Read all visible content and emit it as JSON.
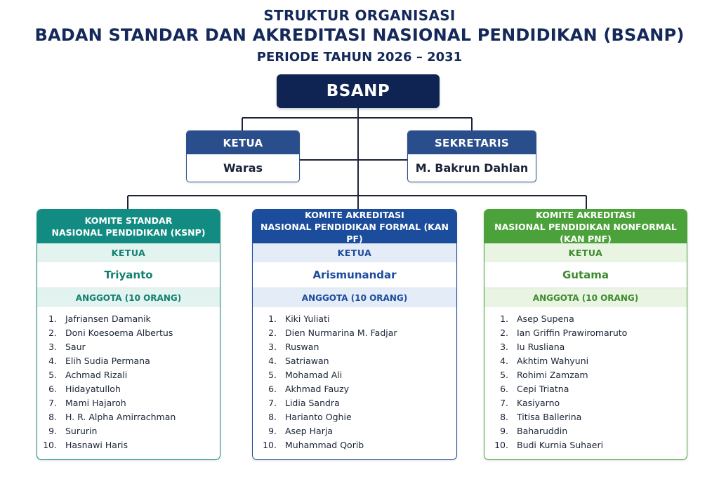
{
  "title": {
    "line1": "STRUKTUR ORGANISASI",
    "line2": "BADAN STANDAR DAN AKREDITASI NASIONAL PENDIDIKAN (BSANP)",
    "line3": "PERIODE TAHUN 2026 – 2031"
  },
  "root": {
    "label": "BSANP"
  },
  "leaders": [
    {
      "role": "KETUA",
      "name": "Waras"
    },
    {
      "role": "SEKRETARIS",
      "name": "M. Bakrun Dahlan"
    }
  ],
  "committees": [
    {
      "title_line1": "KOMITE STANDAR",
      "title_line2": "NASIONAL PENDIDIKAN (KSNP)",
      "ketua_label": "KETUA",
      "ketua_name": "Triyanto",
      "anggota_label": "ANGGOTA (10 ORANG)",
      "color": "#128c82",
      "members": [
        {
          "no": "1.",
          "name": "Jafriansen Damanik"
        },
        {
          "no": "2.",
          "name": "Doni Koesoema Albertus"
        },
        {
          "no": "3.",
          "name": "Saur"
        },
        {
          "no": "4.",
          "name": "Elih Sudia Permana"
        },
        {
          "no": "5.",
          "name": "Achmad Rizali"
        },
        {
          "no": "6.",
          "name": "Hidayatulloh"
        },
        {
          "no": "7.",
          "name": "Mami Hajaroh"
        },
        {
          "no": "8.",
          "name": "H. R. Alpha Amirrachman"
        },
        {
          "no": "9.",
          "name": "Sururin"
        },
        {
          "no": "10.",
          "name": "Hasnawi Haris"
        }
      ]
    },
    {
      "title_line1": "KOMITE AKREDITASI",
      "title_line2": "NASIONAL PENDIDIKAN FORMAL (KAN PF)",
      "ketua_label": "KETUA",
      "ketua_name": "Arismunandar",
      "anggota_label": "ANGGOTA (10 ORANG)",
      "color": "#1c4c9c",
      "members": [
        {
          "no": "1.",
          "name": "Kiki Yuliati"
        },
        {
          "no": "2.",
          "name": "Dien Nurmarina M. Fadjar"
        },
        {
          "no": "3.",
          "name": "Ruswan"
        },
        {
          "no": "4.",
          "name": "Satriawan"
        },
        {
          "no": "5.",
          "name": "Mohamad Ali"
        },
        {
          "no": "6.",
          "name": "Akhmad Fauzy"
        },
        {
          "no": "7.",
          "name": "Lidia Sandra"
        },
        {
          "no": "8.",
          "name": "Harianto Oghie"
        },
        {
          "no": "9.",
          "name": "Asep Harja"
        },
        {
          "no": "10.",
          "name": "Muhammad Qorib"
        }
      ]
    },
    {
      "title_line1": "KOMITE AKREDITASI",
      "title_line2": "NASIONAL PENDIDIKAN NONFORMAL (KAN PNF)",
      "ketua_label": "KETUA",
      "ketua_name": "Gutama",
      "anggota_label": "ANGGOTA (10 ORANG)",
      "color": "#4ca23a",
      "members": [
        {
          "no": "1.",
          "name": "Asep Supena"
        },
        {
          "no": "2.",
          "name": "Ian Griffin Prawiromaruto"
        },
        {
          "no": "3.",
          "name": "Iu Rusliana"
        },
        {
          "no": "4.",
          "name": "Akhtim Wahyuni"
        },
        {
          "no": "5.",
          "name": "Rohimi Zamzam"
        },
        {
          "no": "6.",
          "name": "Cepi Triatna"
        },
        {
          "no": "7.",
          "name": "Kasiyarno"
        },
        {
          "no": "8.",
          "name": "Titisa Ballerina"
        },
        {
          "no": "9.",
          "name": "Baharuddin"
        },
        {
          "no": "10.",
          "name": "Budi Kurnia Suhaeri"
        }
      ]
    }
  ]
}
